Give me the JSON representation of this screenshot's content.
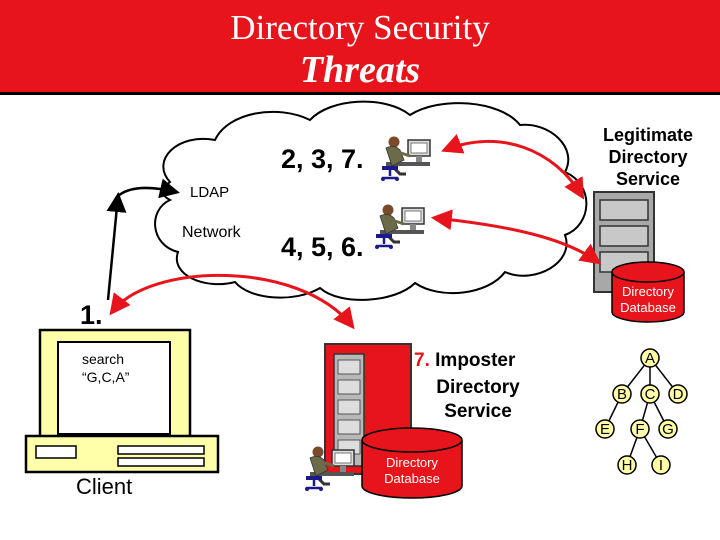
{
  "header": {
    "title": "Directory Security",
    "subtitle": "Threats",
    "background_color": "#e8141c",
    "text_color": "#ffffff"
  },
  "cloud": {
    "label_line1": "LDAP",
    "label_line2": "Network"
  },
  "steps": {
    "upper_attacker": "2, 3, 7.",
    "lower_attacker": "4, 5, 6.",
    "client_query": "1.",
    "imposter_number": "7."
  },
  "legitimate_service": {
    "label_line1": "Legitimate",
    "label_line2": "Directory",
    "label_line3": "Service",
    "database_line1": "Directory",
    "database_line2": "Database",
    "database_color": "#e8141c"
  },
  "imposter_service": {
    "label_line1": "Imposter",
    "label_line2": "Directory",
    "label_line3": "Service",
    "database_line1": "Directory",
    "database_line2": "Database",
    "server_color": "#e8141c"
  },
  "client": {
    "label": "Client",
    "screen_line1": "search",
    "screen_line2": "“G,C,A”",
    "monitor_color": "#ffffaa"
  },
  "tree": {
    "nodes": [
      "A",
      "B",
      "C",
      "D",
      "E",
      "F",
      "G",
      "H",
      "I"
    ],
    "edges": [
      [
        "A",
        "B"
      ],
      [
        "A",
        "C"
      ],
      [
        "A",
        "D"
      ],
      [
        "B",
        "E"
      ],
      [
        "C",
        "F"
      ],
      [
        "C",
        "G"
      ],
      [
        "F",
        "H"
      ],
      [
        "F",
        "I"
      ]
    ],
    "node_color": "#ffffaa"
  },
  "arrow_color": "#e8141c",
  "icons": [
    "attacker-workstation-icon",
    "server-tower-icon",
    "database-cylinder-icon",
    "client-computer-icon"
  ]
}
